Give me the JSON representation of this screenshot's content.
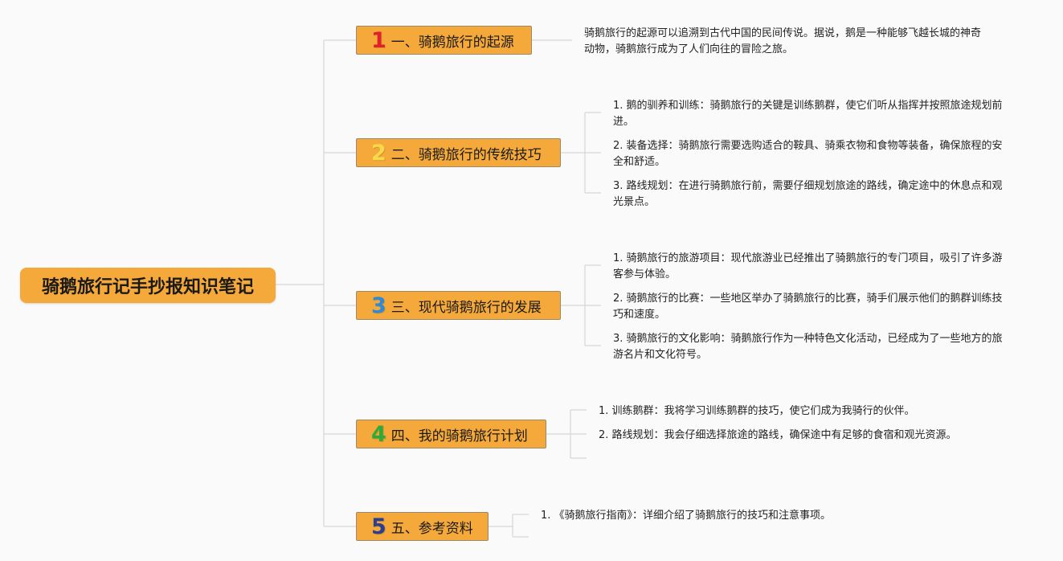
{
  "root": {
    "title": "骑鹅旅行记手抄报知识笔记"
  },
  "sections": [
    {
      "number": "1",
      "title": "一、骑鹅旅行的起源",
      "items": [
        "骑鹅旅行的起源可以追溯到古代中国的民间传说。据说，鹅是一种能够飞越长城的神奇动物，骑鹅旅行成为了人们向往的冒险之旅。"
      ]
    },
    {
      "number": "2",
      "title": "二、骑鹅旅行的传统技巧",
      "items": [
        "1. 鹅的驯养和训练：骑鹅旅行的关键是训练鹅群，使它们听从指挥并按照旅途规划前进。",
        "2. 装备选择：骑鹅旅行需要选购适合的鞍具、骑乘衣物和食物等装备，确保旅程的安全和舒适。",
        "3. 路线规划：在进行骑鹅旅行前，需要仔细规划旅途的路线，确定途中的休息点和观光景点。"
      ]
    },
    {
      "number": "3",
      "title": "三、现代骑鹅旅行的发展",
      "items": [
        "1. 骑鹅旅行的旅游项目：现代旅游业已经推出了骑鹅旅行的专门项目，吸引了许多游客参与体验。",
        "2. 骑鹅旅行的比赛：一些地区举办了骑鹅旅行的比赛，骑手们展示他们的鹅群训练技巧和速度。",
        "3. 骑鹅旅行的文化影响：骑鹅旅行作为一种特色文化活动，已经成为了一些地方的旅游名片和文化符号。"
      ]
    },
    {
      "number": "4",
      "title": "四、我的骑鹅旅行计划",
      "items": [
        "1. 训练鹅群：我将学习训练鹅群的技巧，使它们成为我骑行的伙伴。",
        "2. 路线规划：我会仔细选择旅途的路线，确保途中有足够的食宿和观光资源。"
      ]
    },
    {
      "number": "5",
      "title": "五、参考资料",
      "items": [
        "1. 《骑鹅旅行指南》：详细介绍了骑鹅旅行的技巧和注意事项。"
      ]
    }
  ]
}
